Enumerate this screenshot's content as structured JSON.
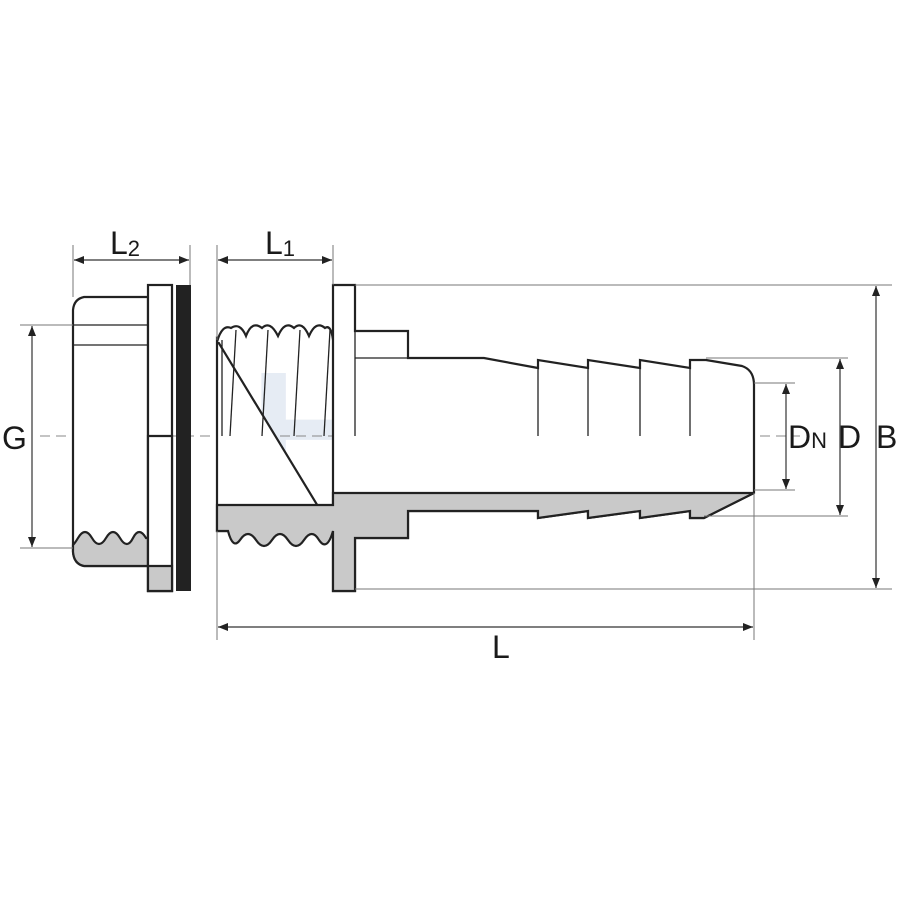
{
  "watermark": {
    "text": "HTC",
    "color": "#e6ecf4"
  },
  "dimensions": {
    "L2": {
      "main": "L",
      "sub": "2"
    },
    "L1": {
      "main": "L",
      "sub": "1"
    },
    "G": {
      "main": "G"
    },
    "DN": {
      "main": "D",
      "sub": "N"
    },
    "D": {
      "main": "D"
    },
    "B": {
      "main": "B"
    },
    "L": {
      "main": "L"
    }
  },
  "colors": {
    "section_fill": "#c9c9c9",
    "line": "#222222",
    "gasket": "#222222"
  }
}
